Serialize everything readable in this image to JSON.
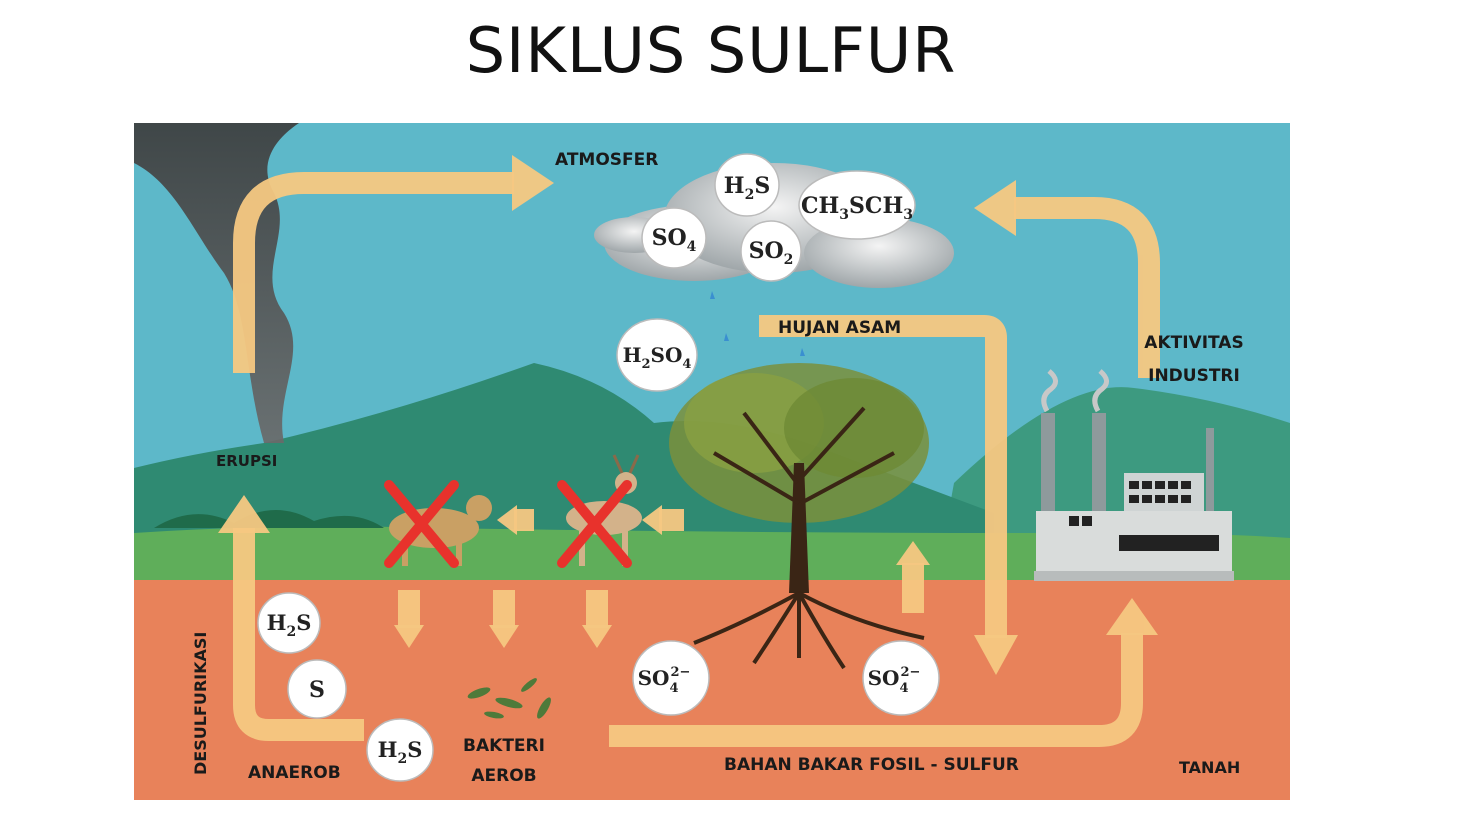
{
  "title": "SIKLUS SULFUR",
  "labels": {
    "atmosfer": "ATMOSFER",
    "hujan_asam": "HUJAN ASAM",
    "aktivitas_line1": "AKTIVITAS",
    "aktivitas_line2": "INDUSTRI",
    "erupsi": "ERUPSI",
    "desulfurikasi": "DESULFURIKASI",
    "anaerob": "ANAEROB",
    "bakteri_line1": "BAKTERI",
    "bakteri_line2": "AEROB",
    "bahan_bakar": "BAHAN BAKAR FOSIL - SULFUR",
    "tanah": "TANAH"
  },
  "compounds": {
    "atm_h2s": {
      "base": "H",
      "sub1": "2",
      "rest": "S"
    },
    "atm_ch3sch3": {
      "p1": "CH",
      "s1": "3",
      "p2": "SCH",
      "s2": "3"
    },
    "atm_so4": {
      "base": "SO",
      "sub1": "4"
    },
    "atm_so2": {
      "base": "SO",
      "sub1": "2"
    },
    "h2so4": {
      "p1": "H",
      "s1": "2",
      "p2": "SO",
      "s2": "4"
    },
    "soil_h2s_top": {
      "base": "H",
      "sub1": "2",
      "rest": "S"
    },
    "soil_s": {
      "base": "S"
    },
    "soil_h2s_bottom": {
      "base": "H",
      "sub1": "2",
      "rest": "S"
    },
    "sulfate_left": {
      "base": "SO",
      "sub1": "4",
      "sup1": "2−"
    },
    "sulfate_right": {
      "base": "SO",
      "sub1": "4",
      "sup1": "2−"
    }
  },
  "colors": {
    "sky": "#5db8c9",
    "soil": "#e8825a",
    "arrow": "#f6c882",
    "cross": "#e8322c",
    "mountain": "#2f8a72",
    "grass": "#5fae5a"
  }
}
